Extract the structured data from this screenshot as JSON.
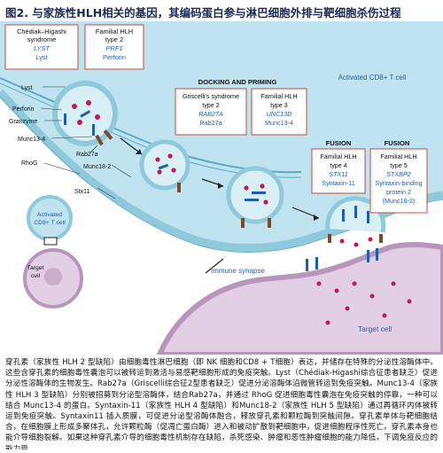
{
  "title": "图2. 与家族性HLH相关的基因，其编码蛋白参与淋巴细胞外排与靶细胞杀伤过程",
  "colors": {
    "cell_fill": "#bfe3ef",
    "membrane": "#8ec9dc",
    "target_fill": "#e3cfe4",
    "target_edge": "#b896bc",
    "granule_dot": "#c2185b",
    "perforin": "#1f5fa8",
    "box_edge": "#c0392b",
    "text_blue": "#1f5fa8",
    "rab_brown": "#7a4a2a"
  },
  "boxes": {
    "chediak": {
      "l1": "Chédiak–Higashi",
      "l2": "syndrome",
      "l3": "LYST",
      "l4": "Lyst"
    },
    "fhl2": {
      "l1": "Familial HLH",
      "l2": "type 2",
      "l3": "PRF1",
      "l4": "Perforin"
    },
    "griscelli": {
      "l1": "Griscelli's syndrome",
      "l2": "type 2",
      "l3": "RAB27A",
      "l4": "Rab27a"
    },
    "fhl3": {
      "l1": "Familial HLH",
      "l2": "type 3",
      "l3": "UNC13D",
      "l4": "Munc13-4"
    },
    "fhl4": {
      "l1": "Familial HLH",
      "l2": "type 4",
      "l3": "STX11",
      "l4": "Syntaxin-11"
    },
    "fhl5": {
      "l1": "Familial HLH",
      "l2": "type 5",
      "l3": "STXBP2",
      "l4": "Syntaxin-binding",
      "l5": "protein 2",
      "l6": "(Munc18-2)"
    }
  },
  "labels": {
    "docking": "DOCKING AND PRIMING",
    "fusion1": "FUSION",
    "fusion2": "FUSION",
    "activated": "Activated CD8+ T cell",
    "lyst": "Lyst",
    "perforin": "Perforin",
    "granzyme": "Granzyme",
    "munc134": "Munc13-4",
    "rab27a": "Rab27a",
    "rhog": "RhoG",
    "munc182": "Munc18-2",
    "stx11": "Stx11",
    "inset_l1": "Activated",
    "inset_l2": "CD8+ T cell",
    "inset_target_l1": "Target",
    "inset_target_l2": "cell",
    "synapse": "Immune synapse",
    "target": "Target cell"
  },
  "caption": "穿孔素（家族性 HLH 2 型缺陷）由细胞毒性淋巴细胞（即 NK 细胞和CD8 + T细胞）表达，并储存在特殊的分泌性溶酶体中。这些含穿孔素的细胞毒性囊泡可以被转运到激活与易感靶细胞形成的免疫突触。Lyst（Chédiak-Higashi综合征患者缺乏）促进分泌性溶酶体的生物发生。Rab27a（Griscelli综合征2型患者缺乏）促进分泌溶酶体沿微管转运到免疫突触。Munc13-4（家族性 HLH 3 型缺陷）分别被招募到分泌型溶酶体，结合Rab27a，并通过 RhoG 促进细胞毒性囊泡在免疫突触的停靠，一种可以结合 Munc13-4 的蛋白。Syntaxin-11（家族性 HLH 4 型缺陷）和Munc18-2（家族性 HLH 5 型缺陷）通过再循环内体被转运到免疫突触。Syntaxin11 插入质膜，可促进分泌型溶酶体融合，释放穿孔素和颗粒酶到突触间隙。穿孔素单体与靶细胞结合，在细胞膜上形成多聚体孔，允许颗粒酶（促凋亡蛋白酶）进入和被动扩散到靶细胞中，促进细胞程序性死亡。穿孔素本身也能介导细胞裂解。如果这种穿孔素介导的细胞毒性机制存在缺陷，杀死感染、肿瘤和恶性肿瘤细胞的能力降低，下调免疫反应的能力受"
}
